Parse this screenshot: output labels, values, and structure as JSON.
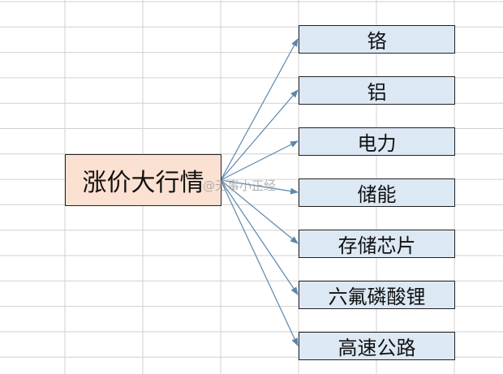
{
  "center": {
    "label": "涨价大行情"
  },
  "targets": [
    {
      "label": "铬"
    },
    {
      "label": "铝"
    },
    {
      "label": "电力"
    },
    {
      "label": "储能"
    },
    {
      "label": "存储芯片"
    },
    {
      "label": "六氟磷酸锂"
    },
    {
      "label": "高速公路"
    }
  ],
  "watermark": "@无事小正经",
  "colors": {
    "center_fill": "#fbe1d2",
    "target_fill": "#dce8f4",
    "arrow": "#5b87ad"
  }
}
